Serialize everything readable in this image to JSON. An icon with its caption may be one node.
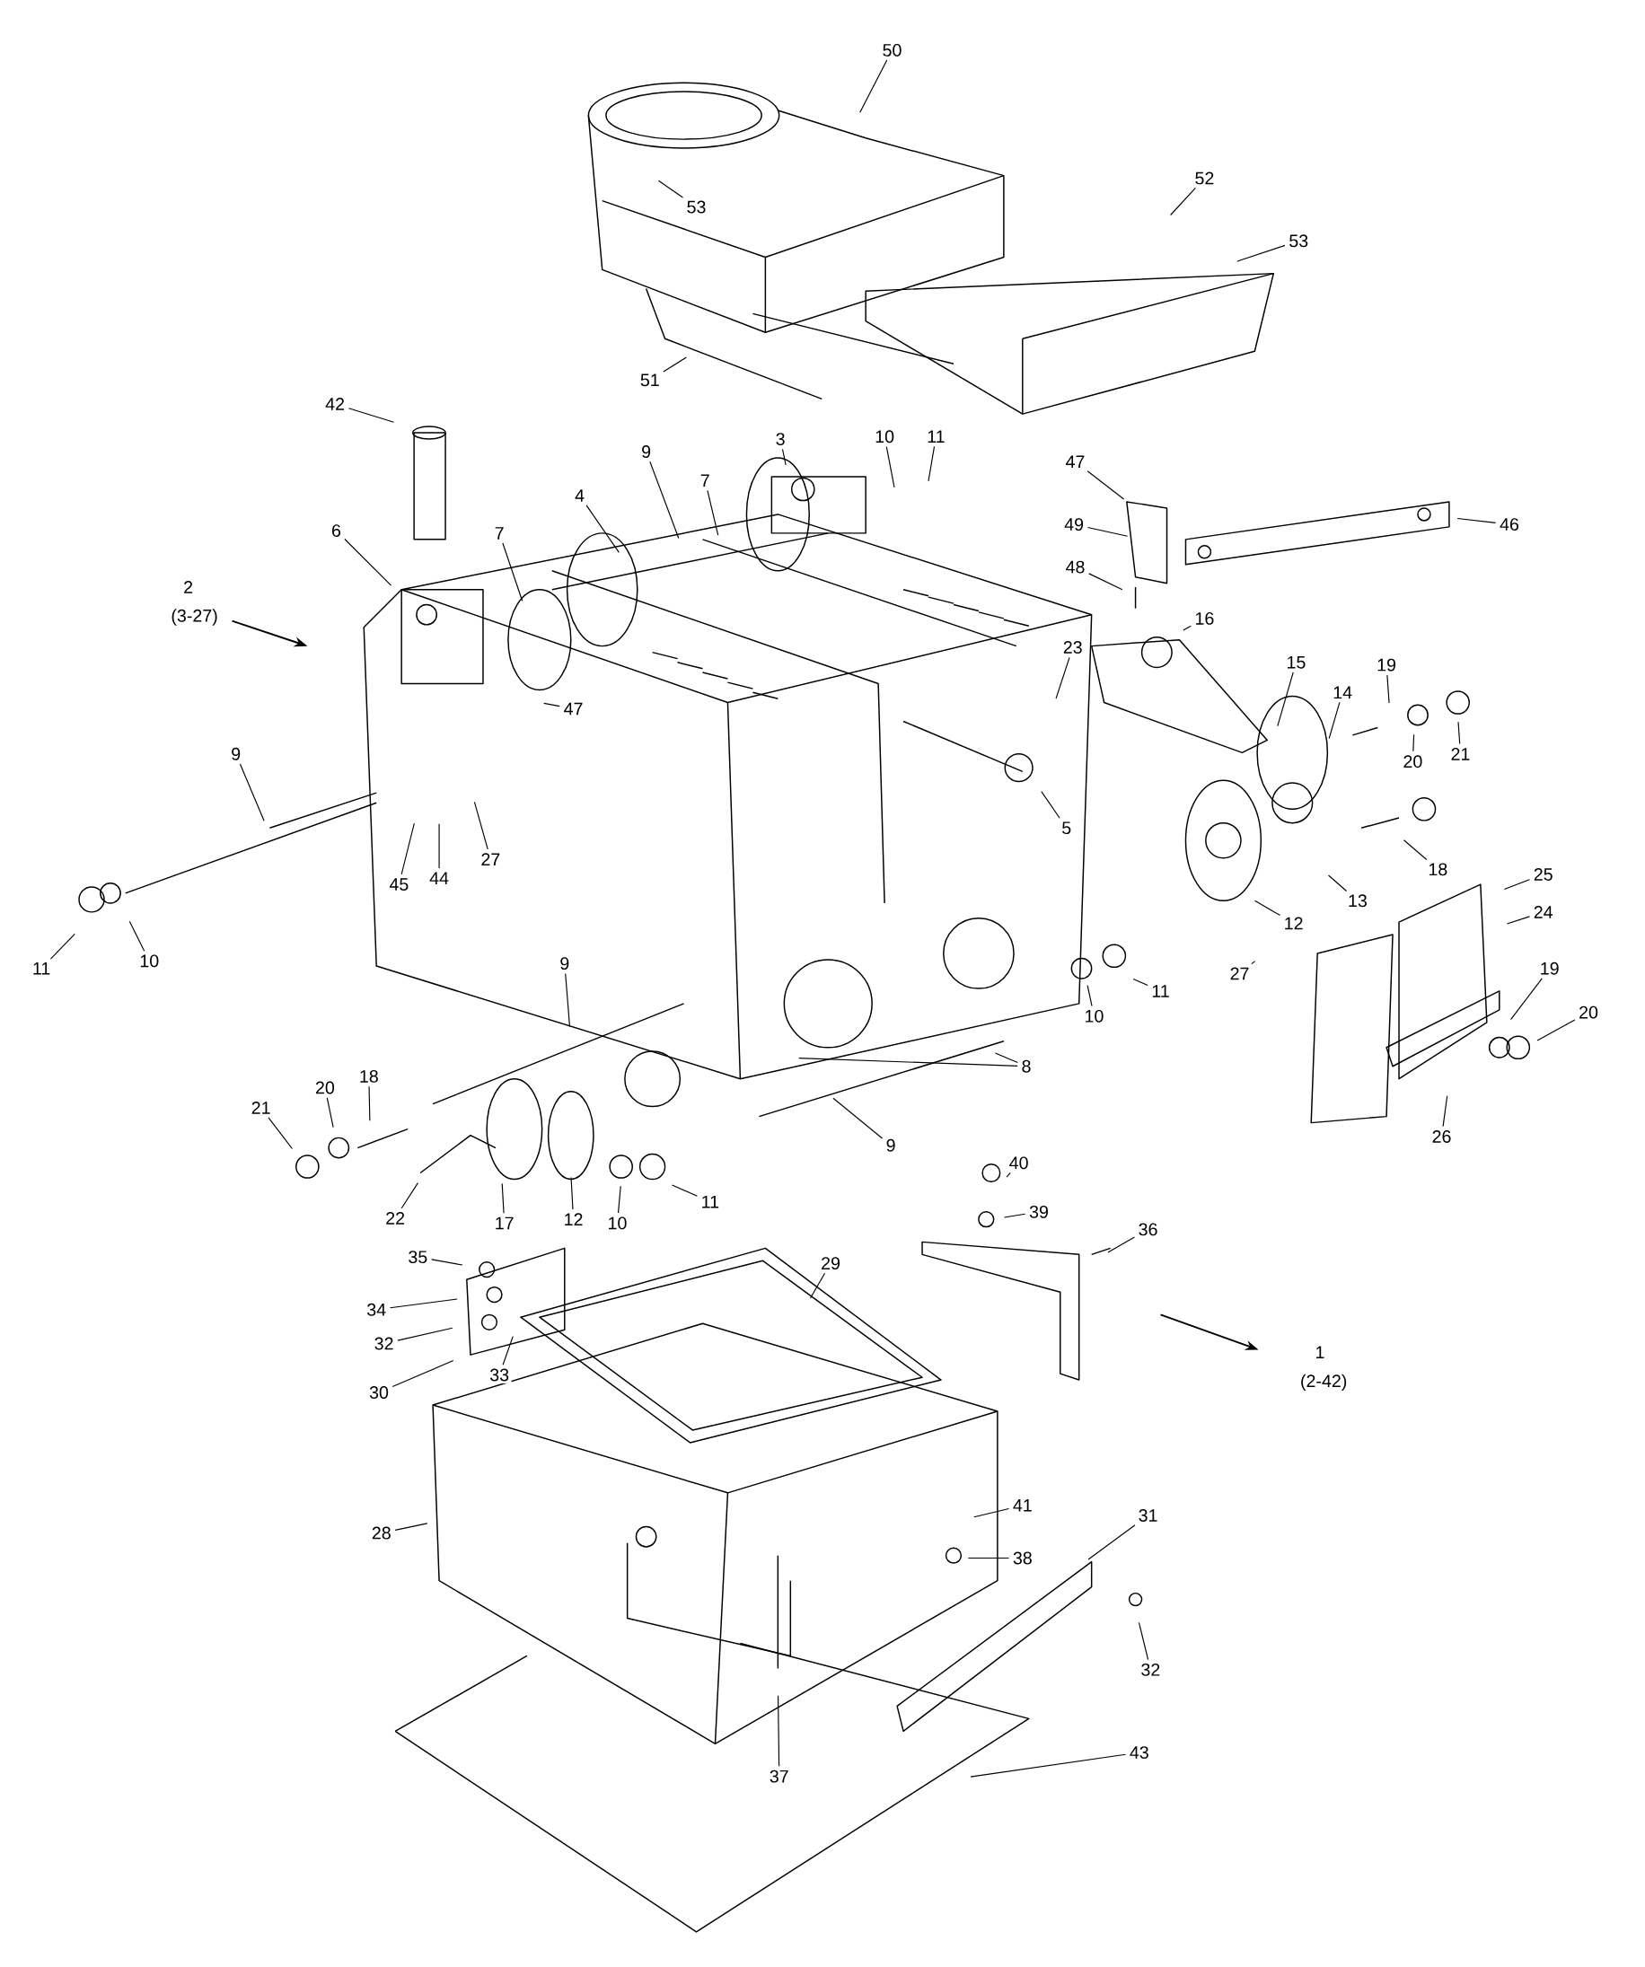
{
  "diagram": {
    "nodes": [
      {
        "text": [
          "50"
        ]
      },
      {
        "text": [
          "53"
        ]
      },
      {
        "text": [
          "52"
        ]
      },
      {
        "text": [
          "53"
        ]
      },
      {
        "text": [
          "51"
        ]
      },
      {
        "text": [
          "42"
        ]
      },
      {
        "text": [
          "3"
        ]
      },
      {
        "text": [
          "9"
        ]
      },
      {
        "text": [
          "7"
        ]
      },
      {
        "text": [
          "4"
        ]
      },
      {
        "text": [
          "10"
        ]
      },
      {
        "text": [
          "11"
        ]
      },
      {
        "text": [
          "47"
        ]
      },
      {
        "text": [
          "46"
        ]
      },
      {
        "text": [
          "49"
        ]
      },
      {
        "text": [
          "6"
        ]
      },
      {
        "text": [
          "7"
        ]
      },
      {
        "text": [
          "48"
        ]
      },
      {
        "text": [
          "16"
        ]
      },
      {
        "text": [
          "23"
        ]
      },
      {
        "text": [
          "15"
        ]
      },
      {
        "text": [
          "19"
        ]
      },
      {
        "text": [
          "14"
        ]
      },
      {
        "text": [
          "47"
        ]
      },
      {
        "text": [
          "21"
        ]
      },
      {
        "text": [
          "20"
        ]
      },
      {
        "text": [
          "9"
        ]
      },
      {
        "text": [
          "5"
        ]
      },
      {
        "text": [
          "27"
        ]
      },
      {
        "text": [
          "44"
        ]
      },
      {
        "text": [
          "45"
        ]
      },
      {
        "text": [
          "18"
        ]
      },
      {
        "text": [
          "25"
        ]
      },
      {
        "text": [
          "13"
        ]
      },
      {
        "text": [
          "12"
        ]
      },
      {
        "text": [
          "24"
        ]
      },
      {
        "text": [
          "10"
        ]
      },
      {
        "text": [
          "11"
        ]
      },
      {
        "text": [
          "9"
        ]
      },
      {
        "text": [
          "27"
        ]
      },
      {
        "text": [
          "19"
        ]
      },
      {
        "text": [
          "10"
        ]
      },
      {
        "text": [
          "11"
        ]
      },
      {
        "text": [
          "20"
        ]
      },
      {
        "text": [
          "8"
        ]
      },
      {
        "text": [
          "18"
        ]
      },
      {
        "text": [
          "20"
        ]
      },
      {
        "text": [
          "21"
        ]
      },
      {
        "text": [
          "26"
        ]
      },
      {
        "text": [
          "9"
        ]
      },
      {
        "text": [
          "40"
        ]
      },
      {
        "text": [
          "11"
        ]
      },
      {
        "text": [
          "39"
        ]
      },
      {
        "text": [
          "22"
        ]
      },
      {
        "text": [
          "17"
        ]
      },
      {
        "text": [
          "12"
        ]
      },
      {
        "text": [
          "10"
        ]
      },
      {
        "text": [
          "36"
        ]
      },
      {
        "text": [
          "35"
        ]
      },
      {
        "text": [
          "29"
        ]
      },
      {
        "text": [
          "34"
        ]
      },
      {
        "text": [
          "32"
        ]
      },
      {
        "text": [
          "33"
        ]
      },
      {
        "text": [
          "30"
        ]
      },
      {
        "text": [
          "28"
        ]
      },
      {
        "text": [
          "41"
        ]
      },
      {
        "text": [
          "38"
        ]
      },
      {
        "text": [
          "31"
        ]
      },
      {
        "text": [
          "32"
        ]
      },
      {
        "text": [
          "37"
        ]
      },
      {
        "text": [
          "43"
        ]
      }
    ],
    "edges": [
      {
        "from": 0,
        "to": null,
        "arrow": "none"
      },
      {
        "from": 1,
        "to": null,
        "arrow": "none"
      },
      {
        "from": 2,
        "to": null,
        "arrow": "none"
      },
      {
        "from": 3,
        "to": null,
        "arrow": "none"
      },
      {
        "from": 4,
        "to": null,
        "arrow": "none"
      },
      {
        "from": 5,
        "to": null,
        "arrow": "none"
      },
      {
        "from": 6,
        "to": null,
        "arrow": "none"
      },
      {
        "from": 7,
        "to": null,
        "arrow": "none"
      },
      {
        "from": 8,
        "to": null,
        "arrow": "none"
      },
      {
        "from": 9,
        "to": null,
        "arrow": "none"
      },
      {
        "from": 10,
        "to": null,
        "arrow": "none"
      },
      {
        "from": 11,
        "to": null,
        "arrow": "none"
      },
      {
        "from": 12,
        "to": null,
        "arrow": "none"
      },
      {
        "from": 13,
        "to": null,
        "arrow": "none"
      },
      {
        "from": 14,
        "to": null,
        "arrow": "none"
      },
      {
        "from": 15,
        "to": null,
        "arrow": "none"
      },
      {
        "from": 16,
        "to": null,
        "arrow": "none"
      },
      {
        "from": 17,
        "to": null,
        "arrow": "none"
      },
      {
        "from": 18,
        "to": null,
        "arrow": "none"
      },
      {
        "from": 19,
        "to": null,
        "arrow": "none"
      },
      {
        "from": 20,
        "to": null,
        "arrow": "none"
      },
      {
        "from": 21,
        "to": null,
        "arrow": "none"
      },
      {
        "from": 22,
        "to": null,
        "arrow": "none"
      },
      {
        "from": 23,
        "to": null,
        "arrow": "none"
      },
      {
        "from": 24,
        "to": null,
        "arrow": "none"
      },
      {
        "from": 25,
        "to": null,
        "arrow": "none"
      },
      {
        "from": 26,
        "to": null,
        "arrow": "none"
      },
      {
        "from": 27,
        "to": null,
        "arrow": "none"
      },
      {
        "from": 28,
        "to": null,
        "arrow": "none"
      },
      {
        "from": 29,
        "to": null,
        "arrow": "none"
      },
      {
        "from": 30,
        "to": null,
        "arrow": "none"
      },
      {
        "from": 31,
        "to": null,
        "arrow": "none"
      },
      {
        "from": 32,
        "to": null,
        "arrow": "none"
      },
      {
        "from": 33,
        "to": null,
        "arrow": "none"
      },
      {
        "from": 34,
        "to": null,
        "arrow": "none"
      },
      {
        "from": 35,
        "to": null,
        "arrow": "none"
      },
      {
        "from": 36,
        "to": null,
        "arrow": "none"
      },
      {
        "from": 37,
        "to": null,
        "arrow": "none"
      },
      {
        "from": 38,
        "to": null,
        "arrow": "none"
      },
      {
        "from": 39,
        "to": null,
        "arrow": "none"
      },
      {
        "from": 40,
        "to": null,
        "arrow": "none"
      },
      {
        "from": 41,
        "to": null,
        "arrow": "none"
      },
      {
        "from": 42,
        "to": null,
        "arrow": "none"
      },
      {
        "from": 43,
        "to": null,
        "arrow": "none"
      },
      {
        "from": 44,
        "to": null,
        "arrow": "none"
      },
      {
        "from": 44,
        "to": null,
        "arrow": "none"
      },
      {
        "from": 45,
        "to": null,
        "arrow": "none"
      },
      {
        "from": 46,
        "to": null,
        "arrow": "none"
      },
      {
        "from": 47,
        "to": null,
        "arrow": "none"
      },
      {
        "from": 48,
        "to": null,
        "arrow": "none"
      },
      {
        "from": 49,
        "to": null,
        "arrow": "none"
      },
      {
        "from": 50,
        "to": null,
        "arrow": "none"
      },
      {
        "from": 51,
        "to": null,
        "arrow": "none"
      },
      {
        "from": 52,
        "to": null,
        "arrow": "none"
      },
      {
        "from": 53,
        "to": null,
        "arrow": "none"
      },
      {
        "from": 54,
        "to": null,
        "arrow": "none"
      },
      {
        "from": 55,
        "to": null,
        "arrow": "none"
      },
      {
        "from": 56,
        "to": null,
        "arrow": "none"
      },
      {
        "from": 57,
        "to": null,
        "arrow": "none"
      },
      {
        "from": 58,
        "to": null,
        "arrow": "none"
      },
      {
        "from": 59,
        "to": null,
        "arrow": "none"
      },
      {
        "from": 60,
        "to": null,
        "arrow": "none"
      },
      {
        "from": 61,
        "to": null,
        "arrow": "none"
      },
      {
        "from": 62,
        "to": null,
        "arrow": "none"
      },
      {
        "from": 63,
        "to": null,
        "arrow": "none"
      },
      {
        "from": 64,
        "to": null,
        "arrow": "none"
      },
      {
        "from": 65,
        "to": null,
        "arrow": "none"
      },
      {
        "from": 66,
        "to": null,
        "arrow": "none"
      },
      {
        "from": 67,
        "to": null,
        "arrow": "none"
      },
      {
        "from": 68,
        "to": null,
        "arrow": "none"
      },
      {
        "from": 69,
        "to": null,
        "arrow": "none"
      },
      {
        "from": 70,
        "to": null,
        "arrow": "none"
      }
    ],
    "labels": [
      "2",
      "(3-27)",
      "1",
      "(2-42)"
    ]
  }
}
